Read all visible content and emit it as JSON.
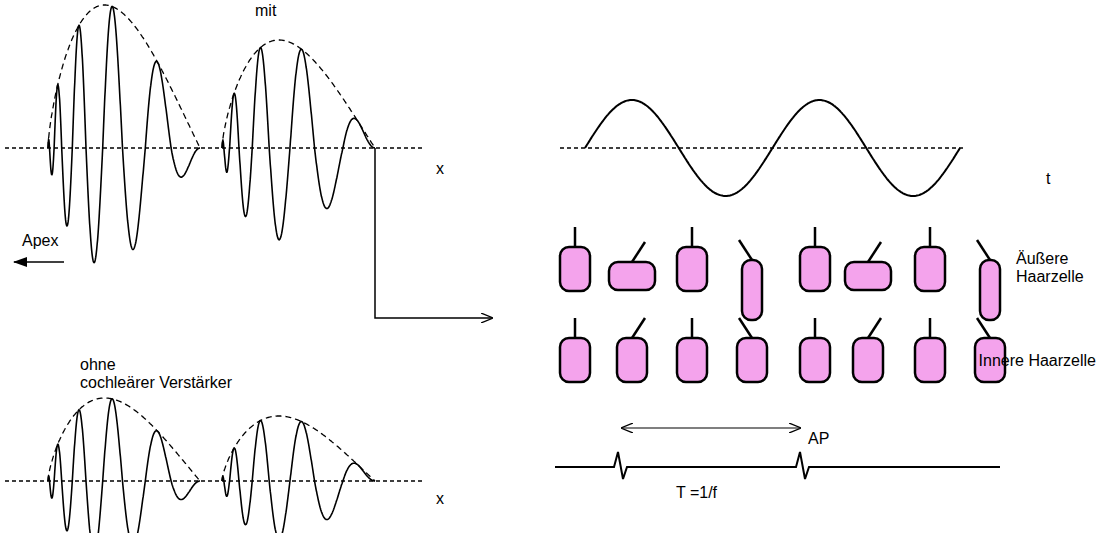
{
  "diagram": {
    "labels": [
      "mit",
      "x",
      "Apex",
      "ohne",
      "cochleärer Verstärker",
      "x",
      "t",
      "Äußere Haarzelle",
      "Innere Haarzelle",
      "AP",
      "T =1/f"
    ]
  }
}
